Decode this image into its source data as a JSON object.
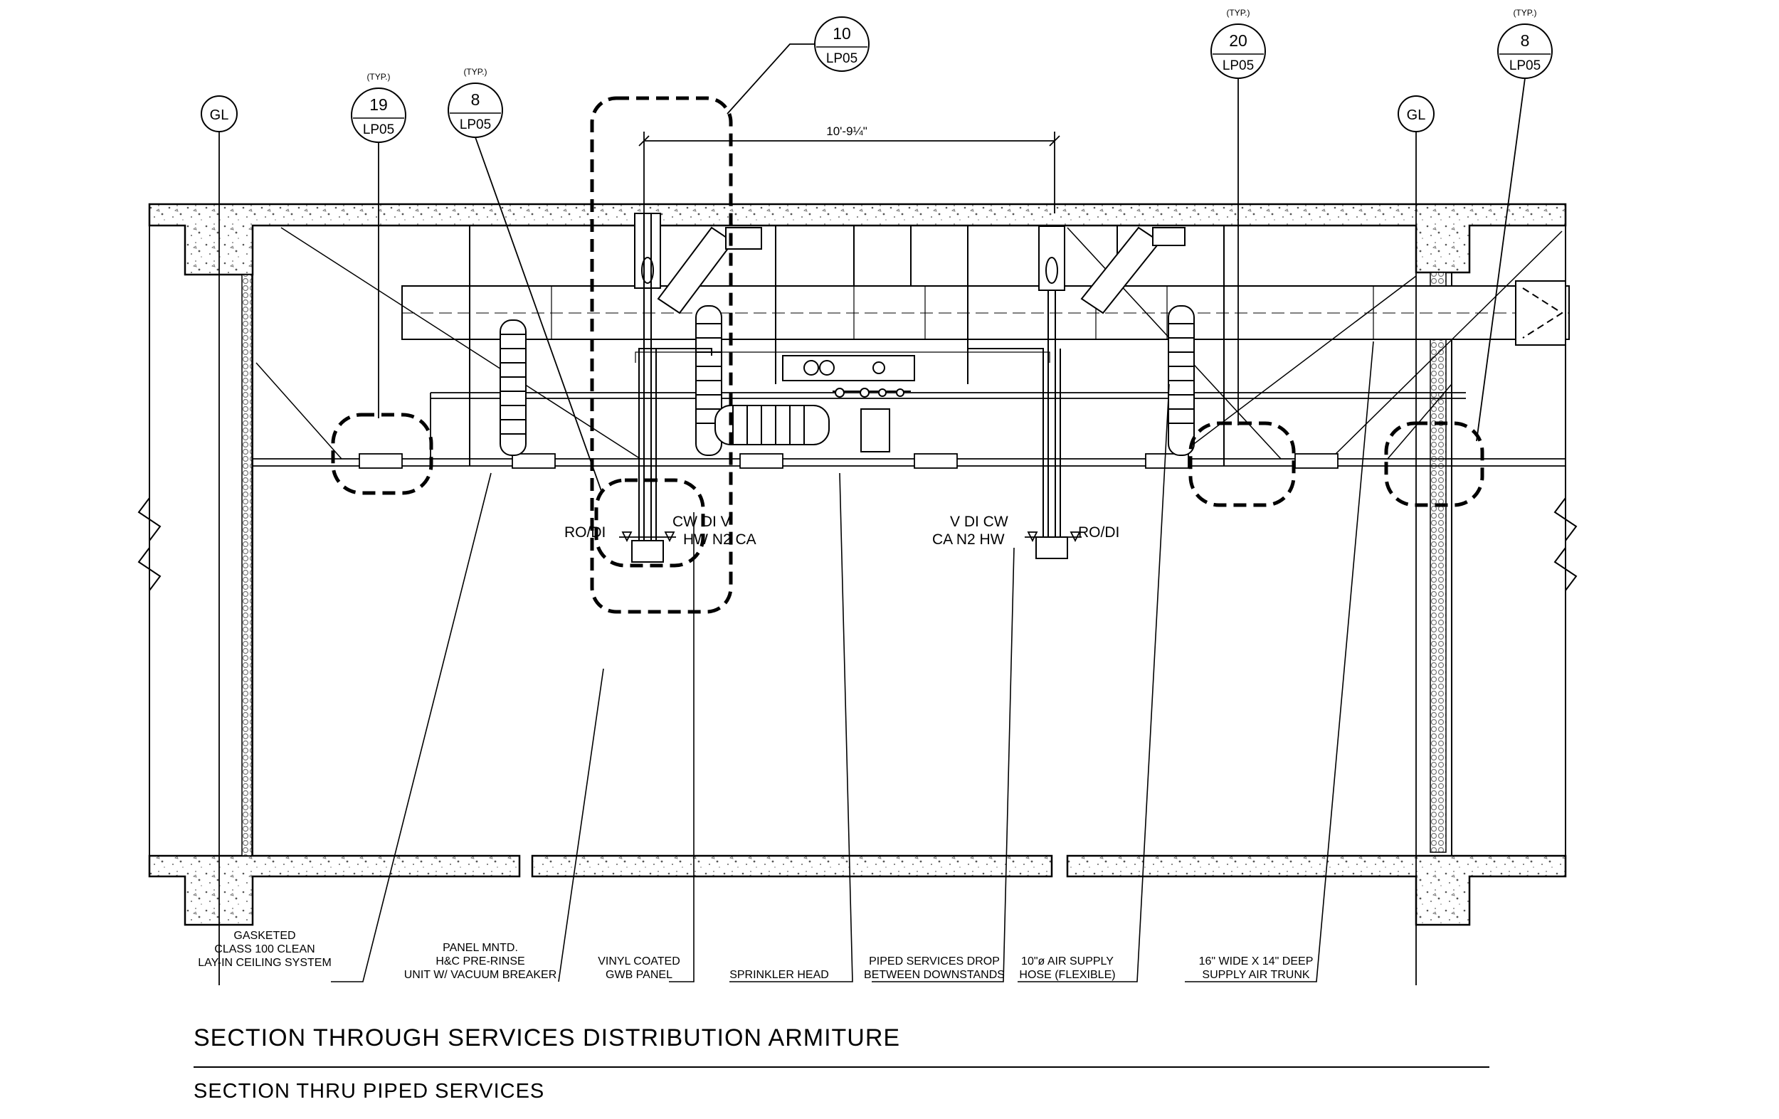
{
  "dimension": "10'-9¼\"",
  "grid_tags": {
    "left": "GL",
    "right": "GL"
  },
  "detail_tags": {
    "tag_19": {
      "number": "19",
      "sheet": "LP05",
      "typ": "(TYP.)"
    },
    "tag_8_left": {
      "number": "8",
      "sheet": "LP05",
      "typ": "(TYP.)"
    },
    "tag_10": {
      "number": "10",
      "sheet": "LP05"
    },
    "tag_20": {
      "number": "20",
      "sheet": "LP05",
      "typ": "(TYP.)"
    },
    "tag_8_right": {
      "number": "8",
      "sheet": "LP05",
      "typ": "(TYP.)"
    }
  },
  "services_left": {
    "rodi": "RO/DI",
    "top_row": "CW  DI  V",
    "bottom_row": "HW  N2  CA"
  },
  "services_right": {
    "rodi": "RO/DI",
    "top_row": "V  DI  CW",
    "bottom_row": "CA  N2  HW"
  },
  "notes": {
    "ceiling": [
      "GASKETED",
      "CLASS 100 CLEAN",
      "LAY-IN CEILING SYSTEM"
    ],
    "rinse": [
      "PANEL MNTD.",
      "H&C PRE-RINSE",
      "UNIT W/ VACUUM BREAKER"
    ],
    "gwb": [
      "VINYL COATED",
      "GWB PANEL"
    ],
    "sprinkler": [
      "SPRINKLER HEAD"
    ],
    "drop": [
      "PIPED SERVICES DROP",
      "BETWEEN DOWNSTANDS"
    ],
    "hose": [
      "10\"ø AIR SUPPLY",
      "HOSE (FLEXIBLE)"
    ],
    "trunk": [
      "16\" WIDE X 14\" DEEP",
      "SUPPLY AIR TRUNK"
    ]
  },
  "title": {
    "main": "SECTION  THROUGH  SERVICES  DISTRIBUTION  ARMITURE",
    "sub": "SECTION  THRU  PIPED  SERVICES"
  }
}
